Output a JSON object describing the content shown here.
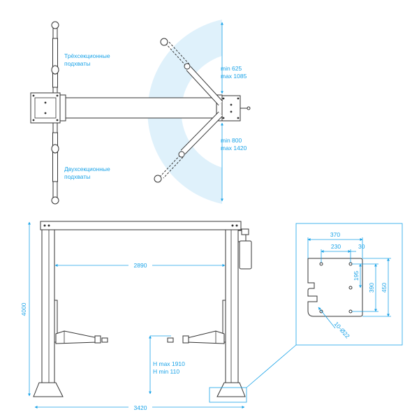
{
  "colors": {
    "accent": "#1aa3e8",
    "arc_fill": "#dff1fb",
    "stroke": "#333333"
  },
  "top_view": {
    "upper_arm_label_line1": "Трёхсекционные",
    "upper_arm_label_line2": "подхваты",
    "lower_arm_label_line1": "Двухсекционные",
    "lower_arm_label_line2": "подхваты",
    "upper_range_min": "min 625",
    "upper_range_max": "max 1085",
    "lower_range_min": "min 800",
    "lower_range_max": "max 1420"
  },
  "front_view": {
    "total_height": "4000",
    "inner_width": "2890",
    "total_width": "3420",
    "lift_height_max": "H max 1910",
    "lift_height_min": "H min 110"
  },
  "base_plate": {
    "width_total": "370",
    "hole_spacing_x": "230",
    "edge_offset": "30",
    "hole_spacing_y": "195",
    "plate_depth": "390",
    "plate_height": "450",
    "holes": "10-Ø22"
  }
}
